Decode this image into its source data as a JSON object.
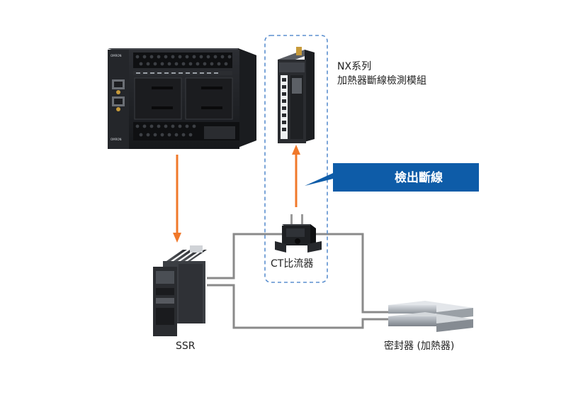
{
  "module_label": {
    "line1": "NX系列",
    "line2": "加熱器斷線檢測模組"
  },
  "callout": {
    "text": "檢出斷線",
    "color": "#0e5ca8"
  },
  "ct_label": "CT比流器",
  "ssr_label": "SSR",
  "heater_label": "密封器 (加熱器)",
  "colors": {
    "arrow": "#f0782a",
    "wire": "#8a8a8a",
    "dashed_border": "#5b8fcf",
    "callout_blue": "#0e5ca8"
  }
}
